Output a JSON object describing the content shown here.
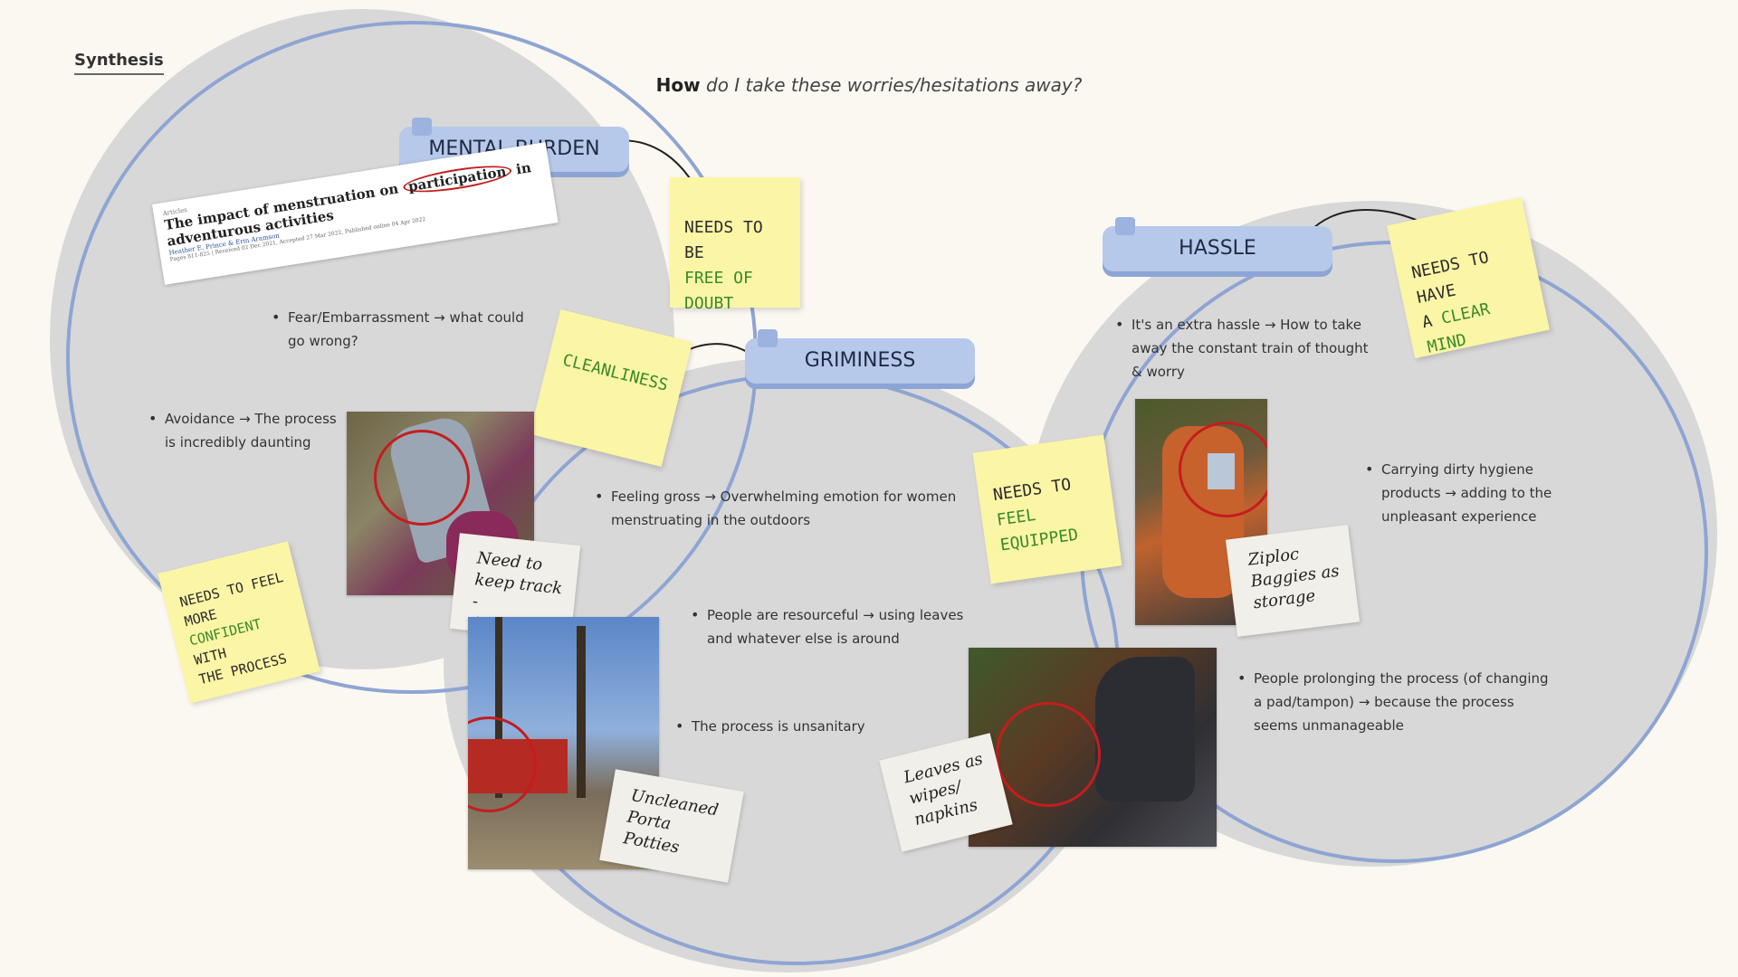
{
  "header": {
    "label": "Synthesis",
    "question_bold": "How",
    "question_rest": " do I take these worries/hesitations away?"
  },
  "themes": {
    "mental_burden": "MENTAL BURDEN",
    "griminess": "GRIMINESS",
    "hassle": "HASSLE"
  },
  "stickies": {
    "free_of_doubt": {
      "line1": "Needs to be",
      "line2": "free of doubt"
    },
    "cleanliness": {
      "line1": "Cleanliness"
    },
    "feel_equipped": {
      "line1a": "Needs to ",
      "line1b": "feel",
      "line2": "equipped"
    },
    "clear_mind": {
      "line1": "Needs to have",
      "line2a": "A ",
      "line2b": "clear mind"
    },
    "confident": {
      "line1": "Needs to feel",
      "line2": "more",
      "line3a": "confident",
      "line3b": " with",
      "line4": "the process"
    }
  },
  "notes": {
    "keep_track": "Need to keep track - Additional Step",
    "porta_potties": "Uncleaned Porta Potties",
    "ziploc": "Ziploc Baggies as storage",
    "leaves": "Leaves as wipes/ napkins"
  },
  "bullets": {
    "fear": "Fear/Embarrassment → what could go wrong?",
    "avoidance": "Avoidance → The process is incredibly daunting",
    "gross": "Feeling gross → Overwhelming emotion for women menstruating in the outdoors",
    "resourceful": "People are resourceful → using leaves and whatever else is around",
    "unsanitary": "The process is unsanitary",
    "extra_hassle": "It's an extra hassle → How to take away the constant train of thought & worry",
    "dirty_products": "Carrying dirty hygiene products → adding to the unpleasant experience",
    "prolonging": "People prolonging the process (of changing a pad/tampon) → because the process seems unmanageable"
  },
  "article": {
    "kicker": "Articles",
    "title_a": "The impact of menstruation on ",
    "title_b": "participation",
    "title_c": " in adventurous activities",
    "authors": "Heather E. Prince & Erin Aramson",
    "meta": "Pages 811-825 | Received 02 Dec 2021, Accepted 27 Mar 2022, Published online 04 Apr 2022"
  },
  "colors": {
    "background": "#faf8f1",
    "blob": "#d8d8d8",
    "outline": "#8ea5d3",
    "pill": "#b6c9ea",
    "sticky": "#fbf5a6",
    "green_text": "#3b8a28",
    "marker_red": "#c41d1d"
  }
}
